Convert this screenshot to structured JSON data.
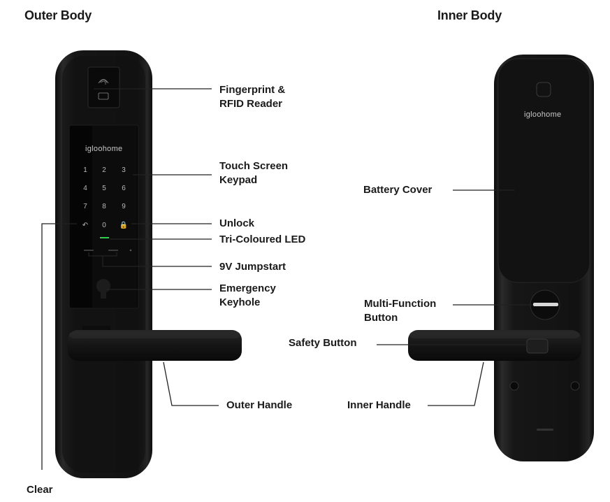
{
  "headings": {
    "outer": "Outer Body",
    "inner": "Inner Body"
  },
  "brand": "igloohome",
  "keypad": {
    "keys": [
      "1",
      "2",
      "3",
      "4",
      "5",
      "6",
      "7",
      "8",
      "9",
      "↶",
      "0",
      "🔒"
    ]
  },
  "labels": {
    "fingerprint": [
      "Fingerprint &",
      "RFID Reader"
    ],
    "touchscreen": [
      "Touch Screen",
      "Keypad"
    ],
    "unlock": "Unlock",
    "led": "Tri-Coloured LED",
    "jumpstart": "9V Jumpstart",
    "keyhole": [
      "Emergency",
      "Keyhole"
    ],
    "outer_handle": "Outer Handle",
    "clear": "Clear",
    "battery_cover": "Battery Cover",
    "multi_function": [
      "Multi-Function",
      "Button"
    ],
    "safety_button": "Safety Button",
    "inner_handle": "Inner Handle"
  },
  "colors": {
    "lock_body": "#141414",
    "panel": "#0a0a0a",
    "led": "#2bd14a",
    "leader": "#222222"
  }
}
